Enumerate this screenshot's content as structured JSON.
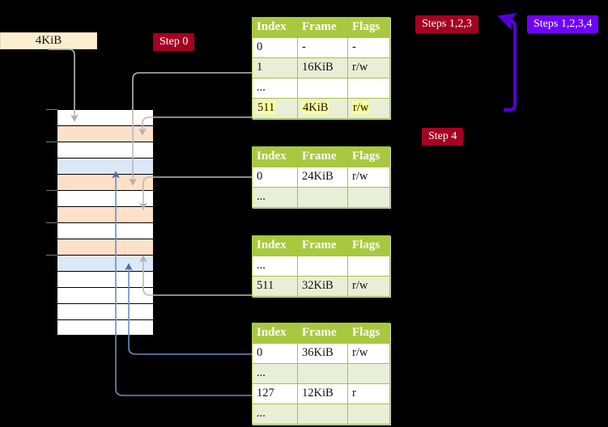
{
  "diagram": {
    "title_badges": {
      "step0": "Step 0",
      "step4": "Step 4",
      "steps123": "Steps 1,2,3",
      "steps1234": "Steps 1,2,3,4"
    },
    "colors": {
      "badge_crimson": "#a50021",
      "badge_violet": "#6f00ff",
      "table_header": "#a8c93f",
      "table_alt_row": "#e9eed6",
      "highlight": "#ffff99",
      "mem_peach": "#fde0c8",
      "mem_blue": "#dbe8f7",
      "kib_box": "#fdeed0",
      "wire_gray": "#b9b9b9",
      "wire_blue": "#6c8ebf",
      "arrow_violet": "#6f00ff"
    },
    "frame_box": {
      "label": "4KiB"
    },
    "columns": [
      "Index",
      "Frame",
      "Flags"
    ],
    "tables": [
      {
        "name": "pml4-table",
        "rows": [
          {
            "index": "0",
            "frame": "-",
            "flags": "-",
            "style": "plain",
            "highlight": false
          },
          {
            "index": "1",
            "frame": "16KiB",
            "flags": "r/w",
            "style": "alt",
            "highlight": false
          },
          {
            "index": "...",
            "frame": "",
            "flags": "",
            "style": "plain",
            "highlight": false
          },
          {
            "index": "511",
            "frame": "4KiB",
            "flags": "r/w",
            "style": "alt",
            "highlight": true
          }
        ]
      },
      {
        "name": "pdp-table",
        "rows": [
          {
            "index": "0",
            "frame": "24KiB",
            "flags": "r/w",
            "style": "plain",
            "highlight": false
          },
          {
            "index": "...",
            "frame": "",
            "flags": "",
            "style": "alt",
            "highlight": false
          }
        ]
      },
      {
        "name": "pd-table",
        "rows": [
          {
            "index": "...",
            "frame": "",
            "flags": "",
            "style": "plain",
            "highlight": false
          },
          {
            "index": "511",
            "frame": "32KiB",
            "flags": "r/w",
            "style": "alt",
            "highlight": false
          }
        ]
      },
      {
        "name": "pt-table",
        "rows": [
          {
            "index": "0",
            "frame": "36KiB",
            "flags": "r/w",
            "style": "plain",
            "highlight": false
          },
          {
            "index": "...",
            "frame": "",
            "flags": "",
            "style": "alt",
            "highlight": false
          },
          {
            "index": "127",
            "frame": "12KiB",
            "flags": "r",
            "style": "plain",
            "highlight": false
          },
          {
            "index": "...",
            "frame": "",
            "flags": "",
            "style": "alt",
            "highlight": false
          }
        ]
      }
    ],
    "memory_column": {
      "name": "physical-memory-column",
      "rows": [
        {
          "fill": "white"
        },
        {
          "fill": "peach"
        },
        {
          "fill": "white"
        },
        {
          "fill": "blue"
        },
        {
          "fill": "peach"
        },
        {
          "fill": "white"
        },
        {
          "fill": "peach"
        },
        {
          "fill": "white"
        },
        {
          "fill": "peach"
        },
        {
          "fill": "blue"
        },
        {
          "fill": "white"
        },
        {
          "fill": "white"
        },
        {
          "fill": "white"
        },
        {
          "fill": "white"
        }
      ]
    }
  }
}
